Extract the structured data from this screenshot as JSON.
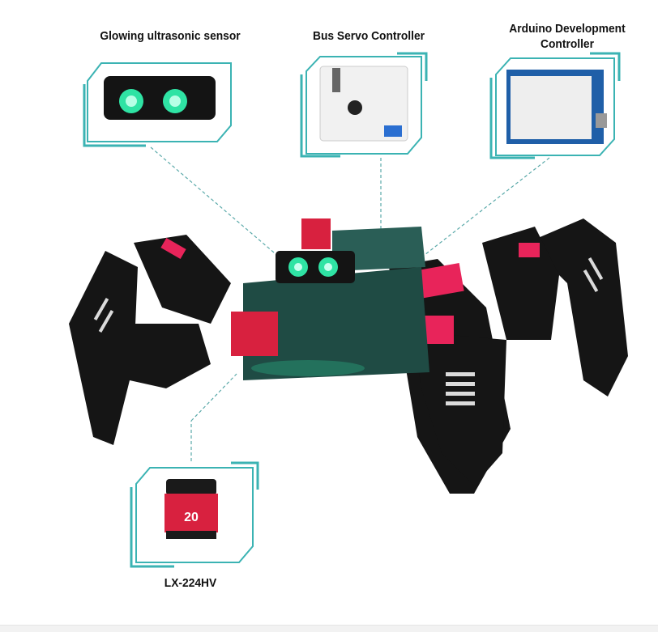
{
  "callouts": {
    "sensor": {
      "label": "Glowing ultrasonic sensor"
    },
    "bus_servo": {
      "label": "Bus Servo Controller"
    },
    "arduino": {
      "label_line1": "Arduino Development",
      "label_line2": "Controller"
    },
    "servo": {
      "label": "LX-224HV"
    }
  },
  "servo_badge": {
    "text": "20"
  },
  "colors": {
    "frame": "#3bb3b3",
    "body": "#1f4b44",
    "legs": "#141414",
    "accent": "#e8245a",
    "glow": "#2fe3a4"
  }
}
